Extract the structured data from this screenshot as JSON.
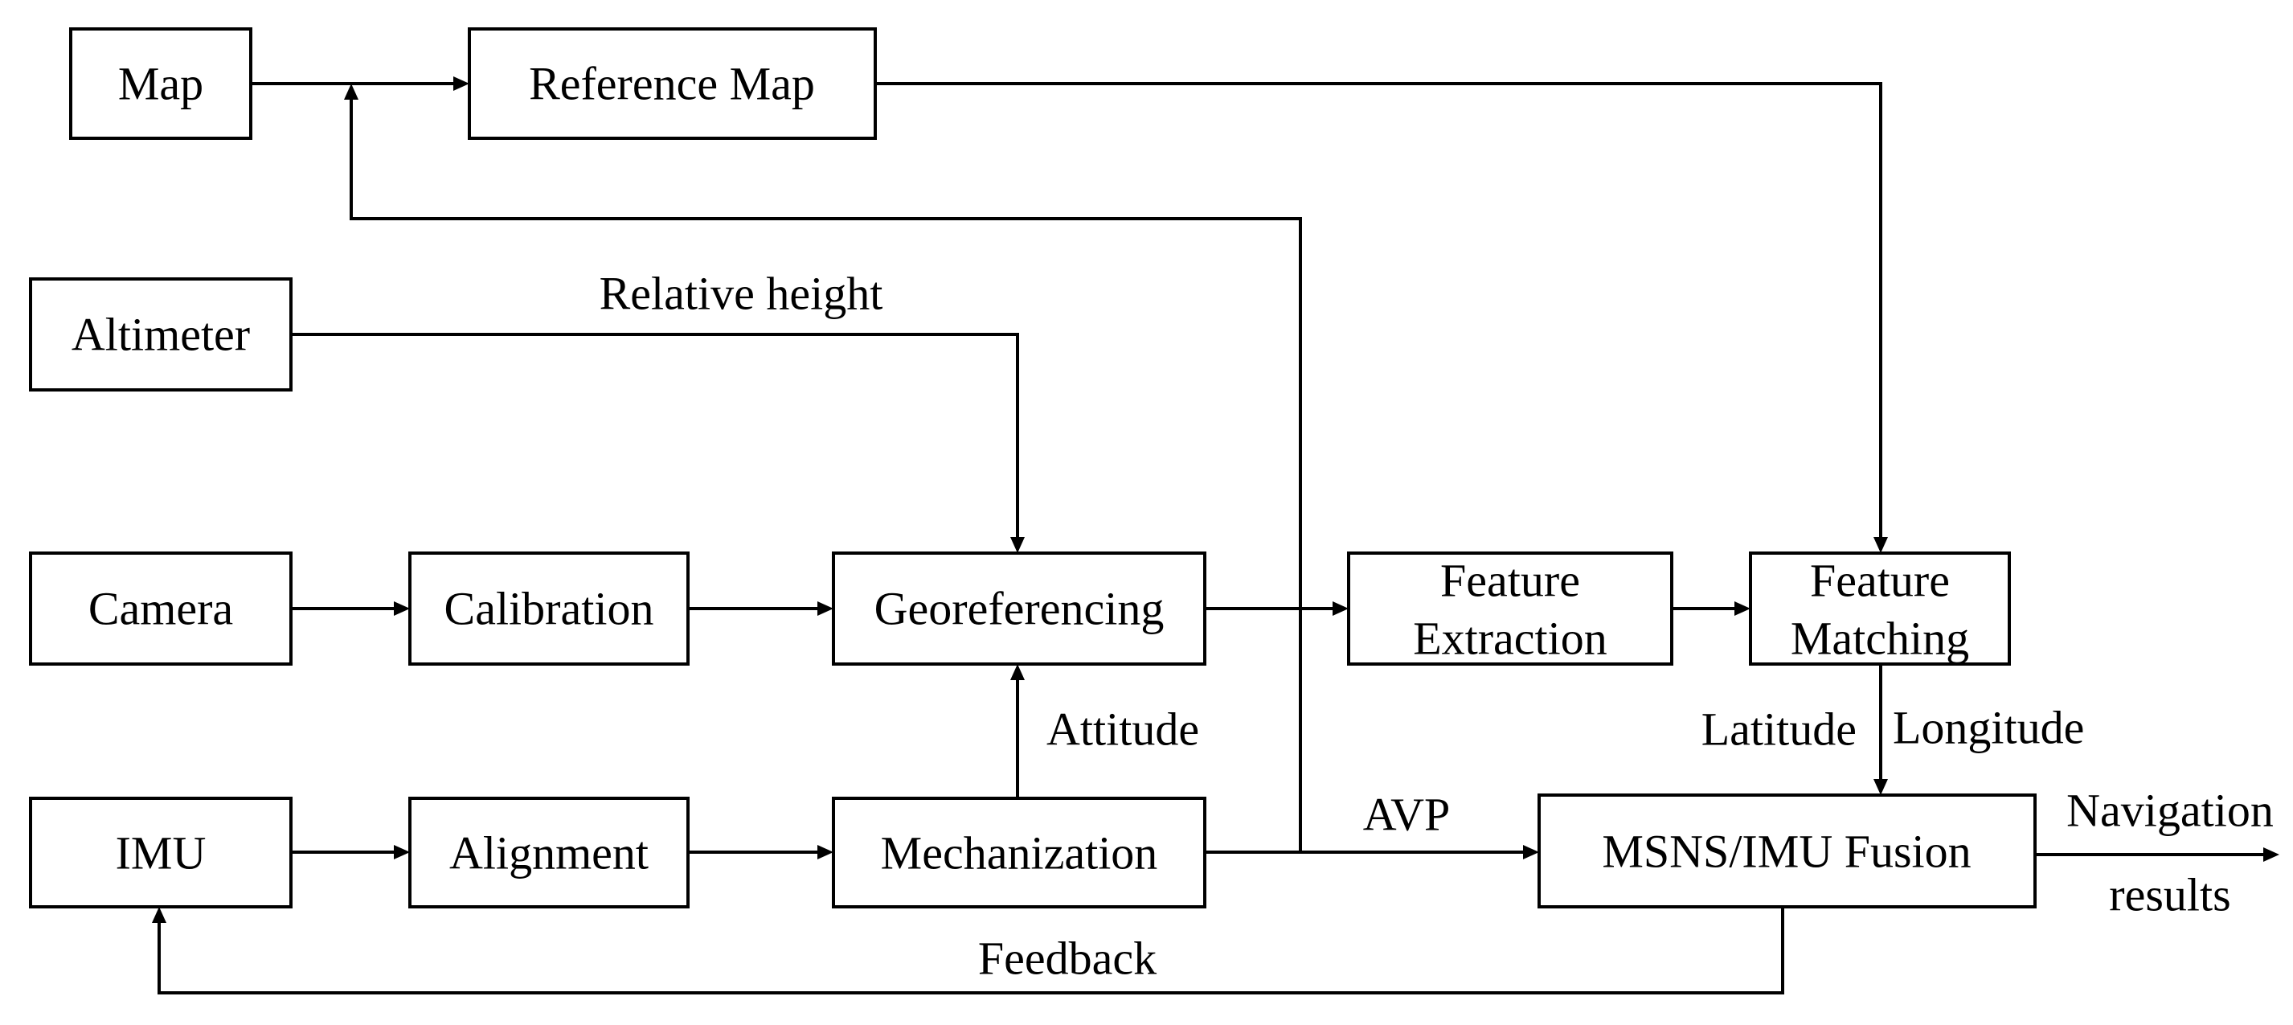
{
  "nodes": {
    "map": "Map",
    "reference_map": "Reference Map",
    "altimeter": "Altimeter",
    "camera": "Camera",
    "calibration": "Calibration",
    "georeferencing": "Georeferencing",
    "feature_extraction": [
      "Feature",
      "Extraction"
    ],
    "feature_matching": [
      "Feature",
      "Matching"
    ],
    "imu": "IMU",
    "alignment": "Alignment",
    "mechanization": "Mechanization",
    "fusion": "MSNS/IMU Fusion"
  },
  "labels": {
    "relative_height": "Relative height",
    "attitude": "Attitude",
    "avp": "AVP",
    "latitude": "Latitude",
    "longitude": "Longitude",
    "navigation": "Navigation",
    "results": "results",
    "feedback": "Feedback"
  },
  "colors": {
    "line": "#000000",
    "box_fill": "#ffffff"
  }
}
